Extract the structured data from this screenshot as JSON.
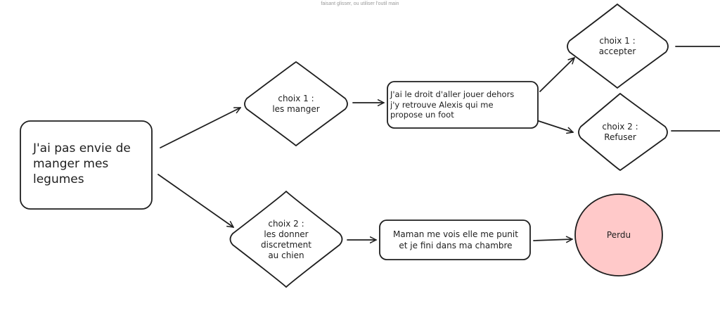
{
  "canvas_hint": "faisant glisser, ou utiliser l'outil main",
  "colors": {
    "stroke": "#1e1e1e",
    "perdu_fill": "#ffc9c9",
    "background": "#ffffff"
  },
  "nodes": {
    "start": "J'ai pas envie de manger mes legumes",
    "choix1_manger": "choix 1 :\nles manger",
    "choix2_donner": "choix 2 :\nles donner\ndiscretment\nau chien",
    "droit_jouer": "J'ai le droit d'aller jouer dehors\nj'y retrouve Alexis qui me\npropose un foot",
    "maman_punit": "Maman me vois elle me punit\net je fini dans ma chambre",
    "choix1_accepter": "choix 1 :\naccepter",
    "choix2_refuser": "choix 2 :\nRefuser",
    "perdu": "Perdu"
  }
}
